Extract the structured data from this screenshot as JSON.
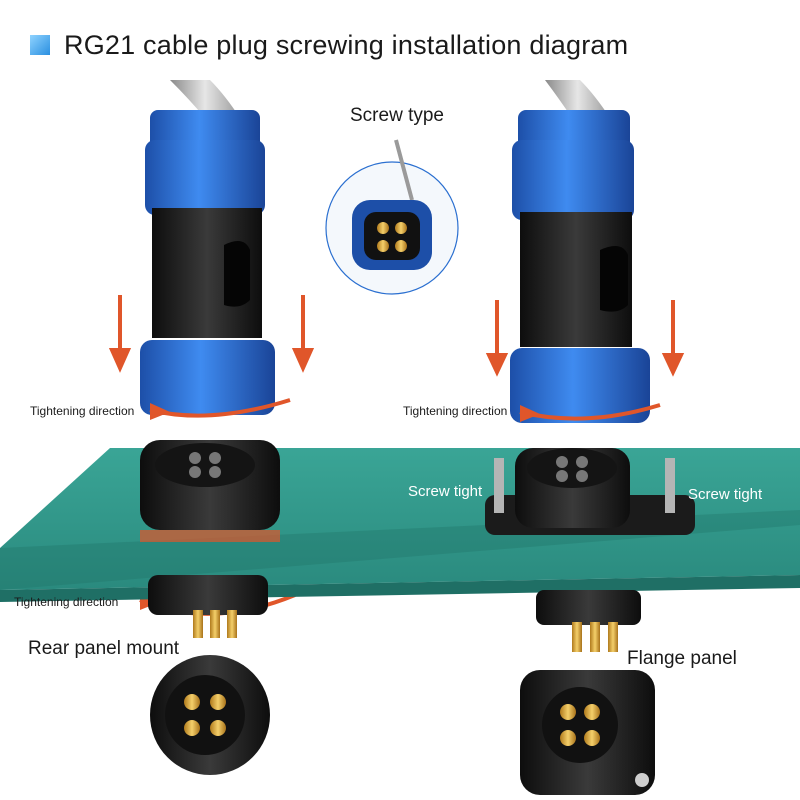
{
  "title": "RG21 cable plug screwing installation  diagram",
  "labels": {
    "screw_type": "Screw type",
    "tightening_left": "Tightening direction",
    "tightening_right": "Tightening direction",
    "tightening_bottom": "Tightening direction",
    "screw_tight_left": "Screw tight",
    "screw_tight_right": "Screw tight",
    "rear_panel_mount": "Rear panel mount",
    "flange_panel": "Flange panel"
  },
  "colors": {
    "panel_top": "#2f9a8c",
    "panel_edge": "#1f7268",
    "connector_blue": "#2b6fd0",
    "connector_black": "#1b1b1b",
    "arrow_orange": "#e0562a",
    "pin_gold": "#d9a53a"
  }
}
